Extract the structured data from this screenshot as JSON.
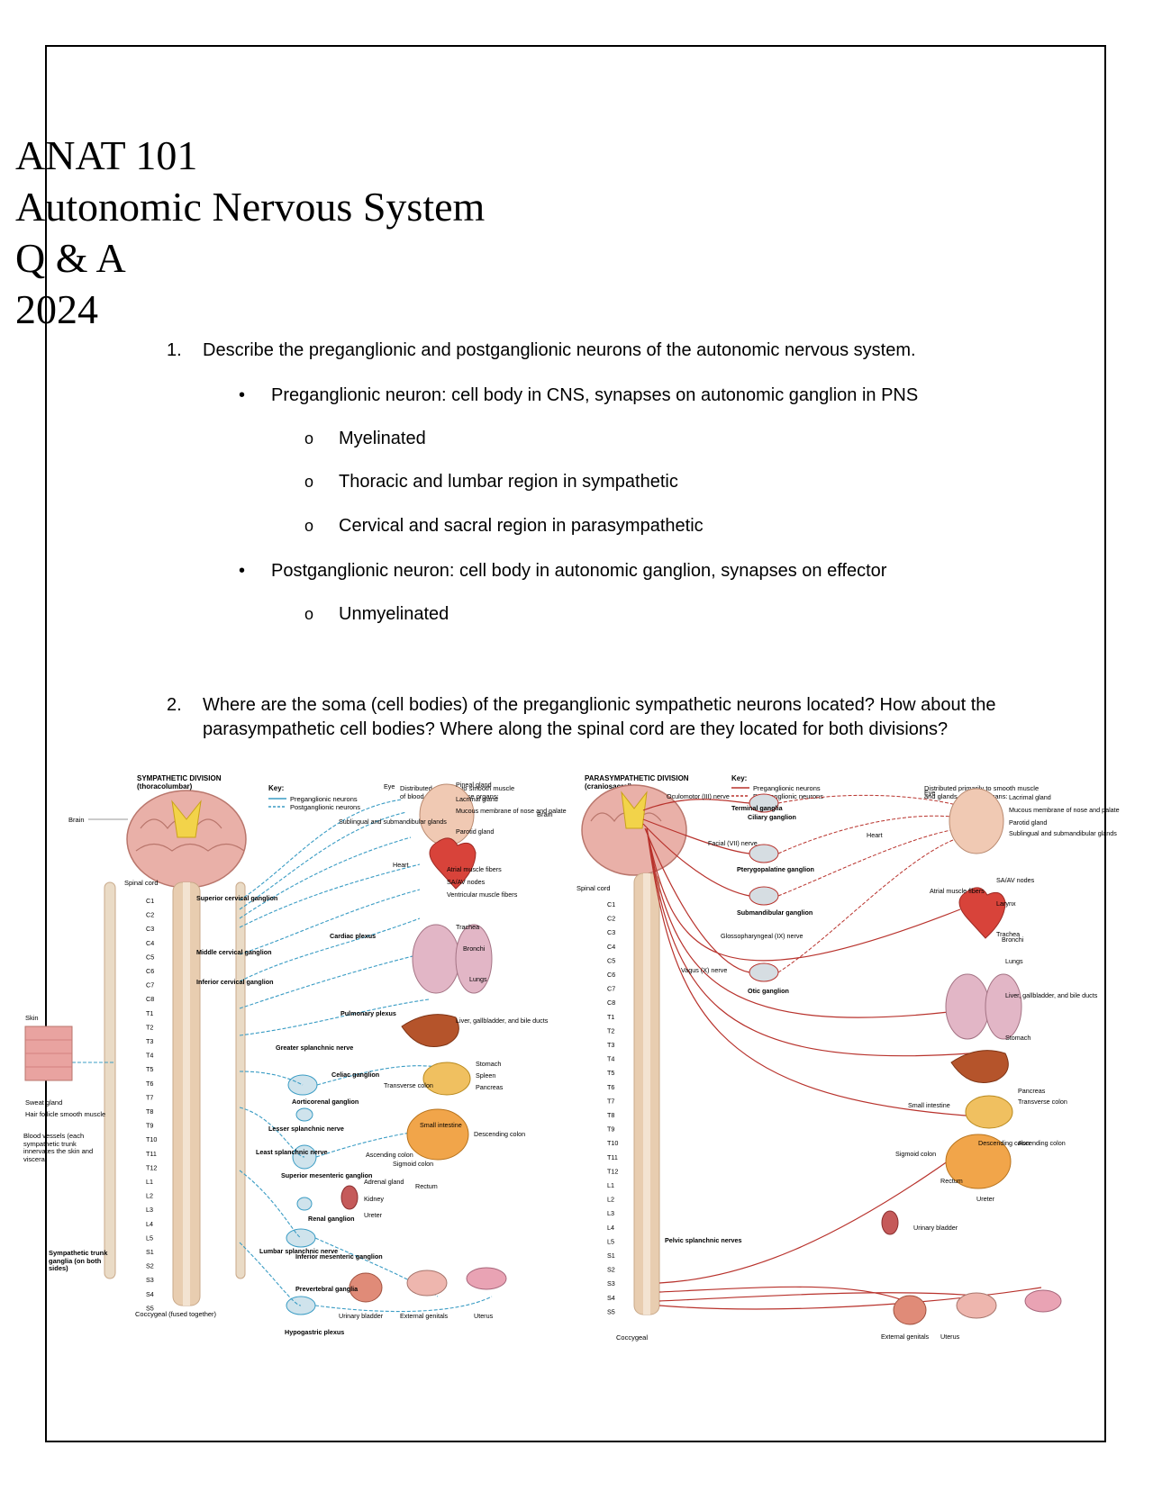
{
  "title": {
    "line1": "ANAT 101",
    "line2": "Autonomic Nervous System",
    "line3": "Q & A",
    "line4": "2024"
  },
  "questions": [
    {
      "number": "1.",
      "text": "Describe the preganglionic and postganglionic neurons of the autonomic nervous system.",
      "bullets": [
        {
          "text": "Preganglionic neuron: cell body in CNS, synapses on autonomic ganglion in PNS",
          "sub": [
            "Myelinated",
            "Thoracic and lumbar region in sympathetic",
            "Cervical and sacral region in parasympathetic"
          ]
        },
        {
          "text": "Postganglionic neuron: cell body in autonomic ganglion, synapses on effector",
          "sub": [
            "Unmyelinated"
          ]
        }
      ]
    },
    {
      "number": "2.",
      "text": "Where are the soma (cell bodies) of the preganglionic sympathetic neurons located?  How about the parasympathetic cell bodies? Where along the spinal cord are they located for both divisions?"
    }
  ],
  "markers": {
    "bullet": "•",
    "sub": "o"
  },
  "figure": {
    "sympathetic": {
      "title": "SYMPATHETIC DIVISION",
      "subtitle": "(thoracolumbar)",
      "key_title": "Key:",
      "key_pre": "Preganglionic neurons",
      "key_post": "Postganglionic neurons",
      "distributed": "Distributed primarily to smooth muscle",
      "distributed2": "of blood vessels of these organs:",
      "brain": "Brain",
      "spinal_cord": "Spinal cord",
      "segments": [
        "C1",
        "C2",
        "C3",
        "C4",
        "C5",
        "C6",
        "C7",
        "C8",
        "T1",
        "T2",
        "T3",
        "T4",
        "T5",
        "T6",
        "T7",
        "T8",
        "T9",
        "T10",
        "T11",
        "T12",
        "L1",
        "L2",
        "L3",
        "L4",
        "L5",
        "S1",
        "S2",
        "S3",
        "S4",
        "S5"
      ],
      "ganglia": [
        "Superior cervical ganglion",
        "Middle cervical ganglion",
        "Inferior cervical ganglion",
        "Cardiac plexus",
        "Pulmonary plexus",
        "Greater splanchnic nerve",
        "Celiac ganglion",
        "Aorticorenal ganglion",
        "Lesser splanchnic nerve",
        "Least splanchnic nerve",
        "Superior mesenteric ganglion",
        "Renal ganglion",
        "Lumbar splanchnic nerve",
        "Inferior mesenteric ganglion",
        "Prevertebral ganglia",
        "Hypogastric plexus"
      ],
      "organs": [
        "Eye",
        "Pineal gland",
        "Lacrimal gland",
        "Mucous membrane of nose and palate",
        "Parotid gland",
        "Sublingual and submandibular glands",
        "Heart",
        "Atrial muscle fibers",
        "SA/AV nodes",
        "Ventricular muscle fibers",
        "Trachea",
        "Bronchi",
        "Lungs",
        "Liver, gallbladder, and bile ducts",
        "Stomach",
        "Spleen",
        "Pancreas",
        "Transverse colon",
        "Small intestine",
        "Descending colon",
        "Ascending colon",
        "Sigmoid colon",
        "Rectum",
        "Adrenal gland",
        "Kidney",
        "Ureter",
        "Urinary bladder",
        "External genitals",
        "Uterus"
      ],
      "skin": [
        "Skin",
        "Sweat gland",
        "Hair follicle smooth muscle",
        "Blood vessels (each sympathetic trunk innervates the skin and viscera)"
      ],
      "trunk": "Sympathetic trunk ganglia (on both sides)",
      "coccygeal": "Coccygeal (fused together)"
    },
    "parasympathetic": {
      "title": "PARASYMPATHETIC DIVISION",
      "subtitle": "(craniosacral)",
      "key_title": "Key:",
      "key_pre": "Preganglionic neurons",
      "key_post": "Postganglionic neurons",
      "distributed": "Distributed primarily to smooth muscle",
      "distributed2": "and glands of these organs:",
      "brain": "Brain",
      "spinal_cord": "Spinal cord",
      "segments": [
        "C1",
        "C2",
        "C3",
        "C4",
        "C5",
        "C6",
        "C7",
        "C8",
        "T1",
        "T2",
        "T3",
        "T4",
        "T5",
        "T6",
        "T7",
        "T8",
        "T9",
        "T10",
        "T11",
        "T12",
        "L1",
        "L2",
        "L3",
        "L4",
        "L5",
        "S1",
        "S2",
        "S3",
        "S4",
        "S5"
      ],
      "nerves": [
        "Oculomotor (III) nerve",
        "Terminal ganglia",
        "Facial (VII) nerve",
        "Ciliary ganglion",
        "Pterygopalatine ganglion",
        "Submandibular ganglion",
        "Glossopharyngeal (IX) nerve",
        "Vagus (X) nerve",
        "Otic ganglion",
        "Pelvic splanchnic nerves"
      ],
      "organs": [
        "Eye",
        "Lacrimal gland",
        "Mucous membrane of nose and palate",
        "Parotid gland",
        "Sublingual and submandibular glands",
        "Heart",
        "Atrial muscle fibers",
        "SA/AV nodes",
        "Larynx",
        "Trachea",
        "Bronchi",
        "Lungs",
        "Liver, gallbladder, and bile ducts",
        "Stomach",
        "Pancreas",
        "Transverse colon",
        "Small intestine",
        "Descending colon",
        "Ascending colon",
        "Sigmoid colon",
        "Rectum",
        "Ureter",
        "Urinary bladder",
        "External genitals",
        "Uterus"
      ],
      "coccygeal": "Coccygeal"
    },
    "colors": {
      "sympathetic": "#3a9cc4",
      "parasympathetic": "#b8322c",
      "cord": "#e8cdb0",
      "brain": "#e9b0a8"
    }
  }
}
